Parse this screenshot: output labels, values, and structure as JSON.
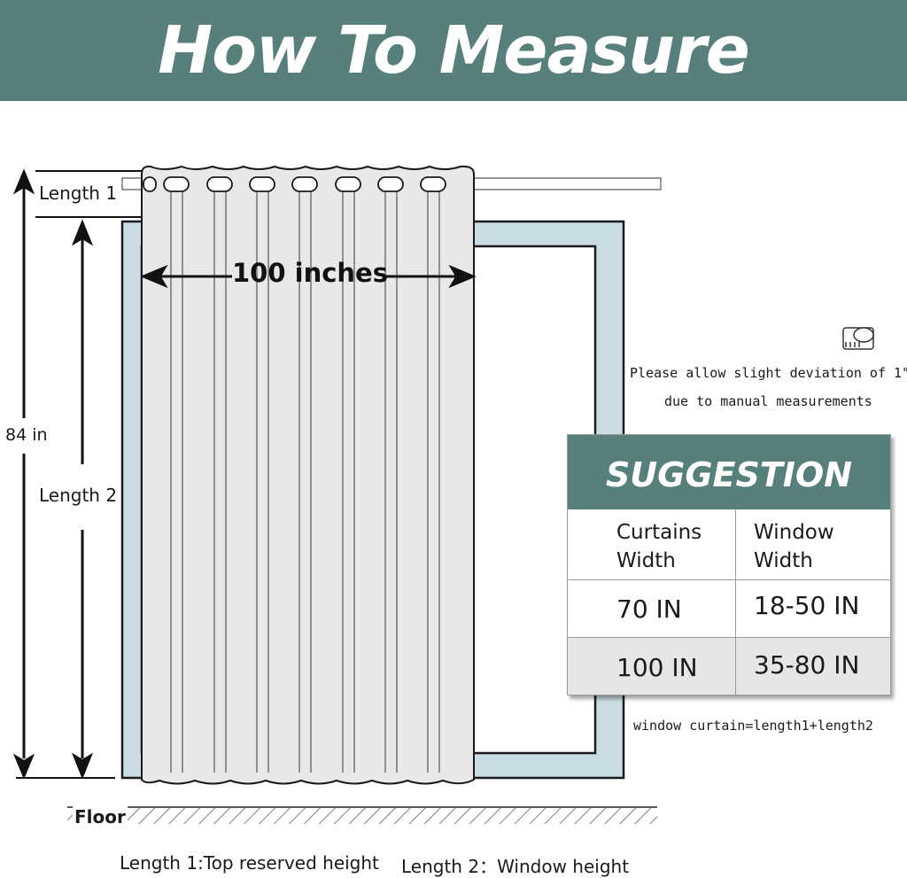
{
  "header": {
    "title": "How To Measure"
  },
  "diagram": {
    "length1_label": "Length 1",
    "length2_label": "Length 2",
    "total_height_label": "84 in",
    "width_label": "100 inches",
    "floor_label": "Floor"
  },
  "notes": {
    "deviation_line1": "Please allow slight deviation of 1\"",
    "deviation_line2": "due to manual measurements",
    "formula": "window curtain=length1+length2"
  },
  "suggestion": {
    "title": "SUGGESTION",
    "header": [
      "Curtains Width",
      "Window Width"
    ],
    "header_lines": [
      [
        "Curtains",
        "Width"
      ],
      [
        "Window",
        "Width"
      ]
    ],
    "rows": [
      [
        "70 IN",
        "18-50 IN"
      ],
      [
        "100 IN",
        "35-80 IN"
      ]
    ]
  },
  "legend": {
    "length1": "Length 1:Top reserved height",
    "length2": "Length 2：Window height"
  },
  "colors": {
    "brand_teal": "#577f7b",
    "frame_blue": "#c9dde2",
    "curtain_gray": "#e8e8e8",
    "row_alt": "#e6e6e6"
  }
}
